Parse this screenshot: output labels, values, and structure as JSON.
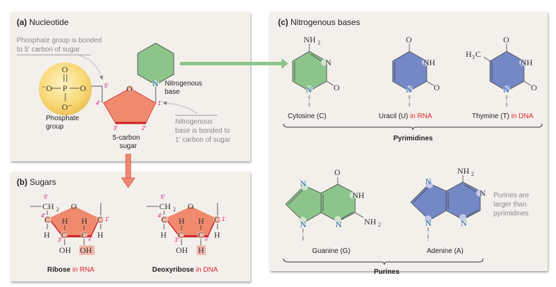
{
  "panels": {
    "nucleotide": {
      "letter": "(a)",
      "title": "Nucleotide",
      "note_phosphate": [
        "Phosphate group is bonded",
        "to 5′ carbon of sugar"
      ],
      "note_base": [
        "Nitrogenous",
        "base is bonded to",
        "1′ carbon of sugar"
      ],
      "phosphate_label": [
        "Phosphate",
        "group"
      ],
      "sugar_label": [
        "5-carbon",
        "sugar"
      ],
      "base_label": [
        "Nitrogenous",
        "base"
      ],
      "phosphate_atoms": {
        "o_top": "O",
        "p": "P",
        "o_left": "⁻O",
        "o_right": "O",
        "o_bottom": "O⁻"
      },
      "ring_o": "O",
      "base_n": "N",
      "carbons": {
        "c5": "5′",
        "c4": "4′",
        "c3": "3′",
        "c2": "2′",
        "c1": "1′"
      }
    },
    "sugars": {
      "letter": "(b)",
      "title": "Sugars",
      "ribose": {
        "name": "Ribose",
        "suffix": "in RNA",
        "c2_group": "OH"
      },
      "deoxyribose": {
        "name": "Deoxyribose",
        "suffix": "in DNA",
        "c2_group": "H"
      },
      "atoms": {
        "ch2": "CH",
        "two": "2",
        "o": "O",
        "c": "C",
        "h": "H",
        "oh": "OH"
      }
    },
    "bases": {
      "letter": "(c)",
      "title": "Nitrogenous bases",
      "pyrimidines_label": "Pyrimidines",
      "purines_label": "Purines",
      "purine_note": [
        "Purines are",
        "larger than",
        "pyrimidines"
      ],
      "cytosine": {
        "name": "Cytosine (C)",
        "suffix": ""
      },
      "uracil": {
        "name": "Uracil (U)",
        "suffix": "in RNA"
      },
      "thymine": {
        "name": "Thymine (T)",
        "suffix": "in DNA"
      },
      "guanine": {
        "name": "Guanine (G)",
        "suffix": ""
      },
      "adenine": {
        "name": "Adenine (A)",
        "suffix": ""
      },
      "atoms": {
        "nh2": "NH",
        "two": "2",
        "n": "N",
        "nh": "NH",
        "o": "O",
        "h3c": "H",
        "three": "3",
        "c": "C"
      }
    }
  },
  "colors": {
    "panel_bg": "#f3f0eb",
    "sugar": "#f08a6e",
    "sugar_edge": "#d0262e",
    "pyrimidine_green": "#8dc48c",
    "base_blue": "#7488c6",
    "phosphate": "#f7d774",
    "carbon_label": "#e0198a",
    "highlight_red": "#e2242f"
  }
}
